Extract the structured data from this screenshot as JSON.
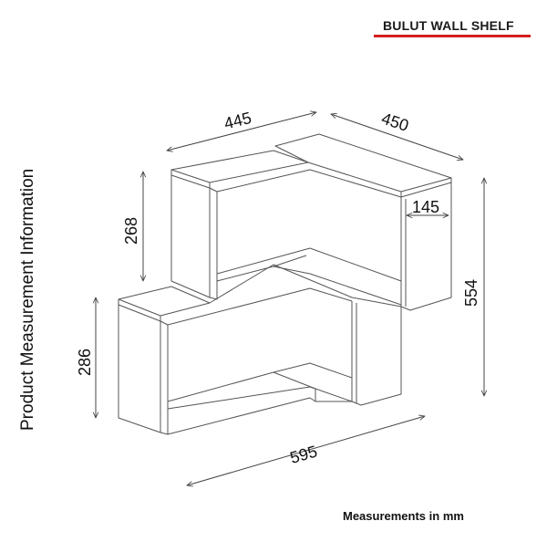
{
  "header": {
    "title": "BULUT WALL SHELF"
  },
  "side_label": "Product Measurement Information",
  "dimensions": {
    "top_width": "445",
    "top_depth": "450",
    "top_height": "268",
    "side_depth": "145",
    "total_height": "554",
    "bottom_height": "286",
    "bottom_width": "595"
  },
  "footer": {
    "note": "Measurements in mm"
  },
  "colors": {
    "accent": "#d42020",
    "line": "#555555"
  }
}
